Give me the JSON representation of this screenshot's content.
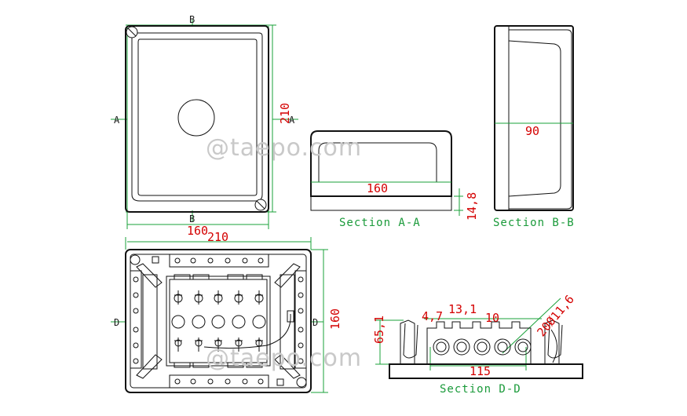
{
  "section_labels": {
    "a": "A",
    "b": "B",
    "d": "D"
  },
  "dimensions": {
    "top_height": "210",
    "top_width": "160",
    "side_height": "14,8",
    "section_aa_width": "160",
    "section_bb_depth": "90",
    "bottom_width": "210",
    "bottom_height": "160",
    "dd_height": "65,1",
    "dd_spacing_a": "4,7",
    "dd_spacing_b": "13,1",
    "dd_spacing_c": "10",
    "dd_hole_diameter": "20Ø11,6",
    "dd_width": "115"
  },
  "section_titles": {
    "aa": "Section A-A",
    "bb": "Section B-B",
    "dd": "Section D-D"
  },
  "watermark": "@taepo.com",
  "colors": {
    "dimension": "#d40000",
    "construction": "#1aa13a",
    "outline": "#111111",
    "watermark": "#c9c9c9"
  }
}
